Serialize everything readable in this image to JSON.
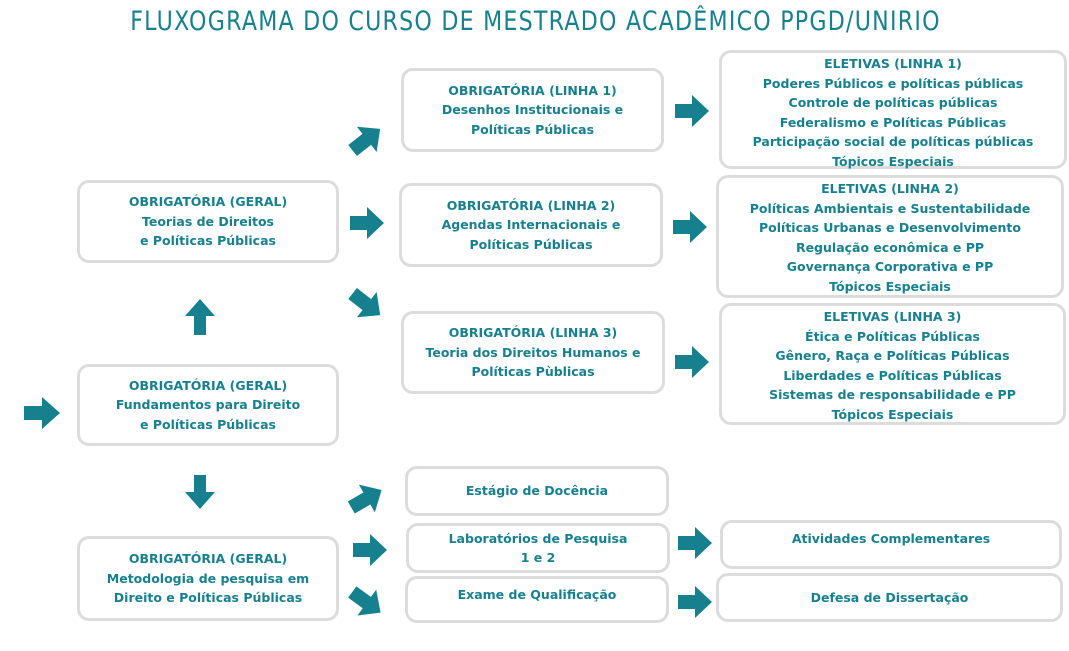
{
  "title": "FLUXOGRAMA DO CURSO DE MESTRADO ACADÊMICO PPGD/UNIRIO",
  "colors": {
    "accent": "#17808f",
    "border": "#dcdcdc",
    "background": "#ffffff"
  },
  "boxes": {
    "geral_fundamentos": [
      "OBRIGATÓRIA (GERAL)",
      "Fundamentos para Direito",
      "e Políticas Públicas"
    ],
    "geral_teorias": [
      "OBRIGATÓRIA (GERAL)",
      "Teorias de Direitos",
      "e Políticas Públicas"
    ],
    "geral_metodologia": [
      "OBRIGATÓRIA (GERAL)",
      "Metodologia de pesquisa em",
      "Direito e Políticas Públicas"
    ],
    "linha1": [
      "OBRIGATÓRIA (LINHA 1)",
      "Desenhos Institucionais e",
      "Políticas Públicas"
    ],
    "linha2": [
      "OBRIGATÓRIA (LINHA 2)",
      "Agendas Internacionais e",
      "Políticas Públicas"
    ],
    "linha3": [
      "OBRIGATÓRIA (LINHA 3)",
      "Teoria dos Direitos Humanos e",
      "Políticas Pùblicas"
    ],
    "eletivas1": [
      "ELETIVAS (LINHA 1)",
      "Poderes Públicos e políticas públicas",
      "Controle de políticas públicas",
      "Federalismo e Políticas Públicas",
      "Participação social de políticas públicas",
      "Tópicos Especiais"
    ],
    "eletivas2": [
      "ELETIVAS (LINHA 2)",
      "Políticas Ambientais e Sustentabilidade",
      "Políticas Urbanas e Desenvolvimento",
      "Regulação econômica e PP",
      "Governança Corporativa e PP",
      "Tópicos Especiais"
    ],
    "eletivas3": [
      "ELETIVAS (LINHA 3)",
      "Ética e Políticas Públicas",
      "Gênero, Raça e Políticas Públicas",
      "Liberdades e Políticas Públicas",
      "Sistemas de responsabilidade e PP",
      "Tópicos Especiais"
    ],
    "estagio": [
      "Estágio de Docência"
    ],
    "laboratorios": [
      "Laboratórios de Pesquisa",
      "1 e 2"
    ],
    "exame": [
      "Exame de Qualificação"
    ],
    "atividades": [
      "Atividades Complementares"
    ],
    "defesa": [
      "Defesa de Dissertação"
    ]
  }
}
